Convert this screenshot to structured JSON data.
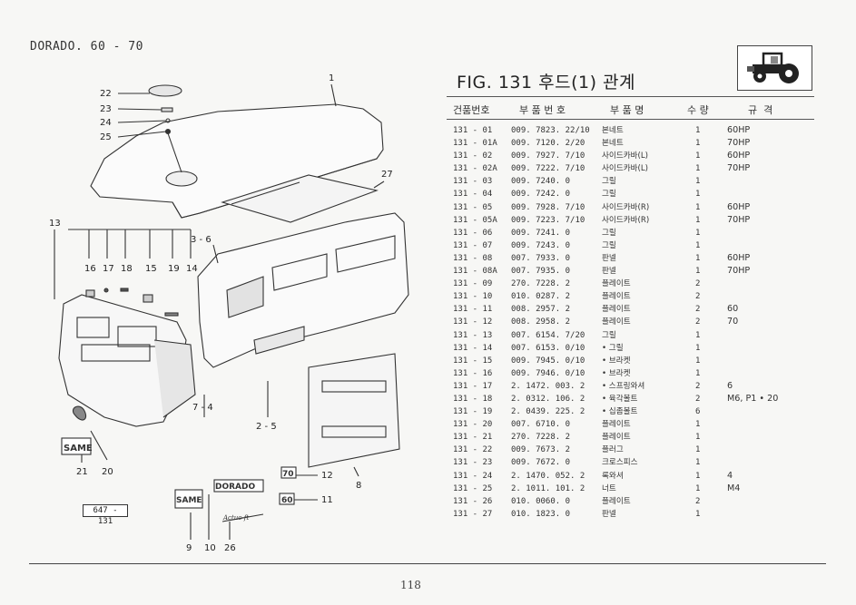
{
  "header": {
    "model": "DORADO. 60 - 70",
    "figure_title": "FIG. 131 후드(1) 관계",
    "tractor_icon": "tractor-icon"
  },
  "columns": {
    "no": "건품번호",
    "part": "부 품 번 호",
    "name": "부 품 명",
    "qty": "수 량",
    "spec": "규  격"
  },
  "parts": [
    {
      "no": "131 - 01",
      "part": "009. 7823. 22/10",
      "name": "본네트",
      "qty": "1",
      "spec": "60HP"
    },
    {
      "no": "131 - 01A",
      "part": "009. 7120. 2/20",
      "name": "본네트",
      "qty": "1",
      "spec": "70HP"
    },
    {
      "no": "131 - 02",
      "part": "009. 7927. 7/10",
      "name": "사이드카바(L)",
      "qty": "1",
      "spec": "60HP"
    },
    {
      "no": "131 - 02A",
      "part": "009. 7222. 7/10",
      "name": "사이드카바(L)",
      "qty": "1",
      "spec": "70HP"
    },
    {
      "no": "131 - 03",
      "part": "009. 7240. 0",
      "name": "그릴",
      "qty": "1",
      "spec": ""
    },
    {
      "no": "131 - 04",
      "part": "009. 7242. 0",
      "name": "그릴",
      "qty": "1",
      "spec": ""
    },
    {
      "no": "131 - 05",
      "part": "009. 7928. 7/10",
      "name": "사이드카바(R)",
      "qty": "1",
      "spec": "60HP"
    },
    {
      "no": "131 - 05A",
      "part": "009. 7223. 7/10",
      "name": "사이드카바(R)",
      "qty": "1",
      "spec": "70HP"
    },
    {
      "no": "131 - 06",
      "part": "009. 7241. 0",
      "name": "그릴",
      "qty": "1",
      "spec": ""
    },
    {
      "no": "131 - 07",
      "part": "009. 7243. 0",
      "name": "그릴",
      "qty": "1",
      "spec": ""
    },
    {
      "no": "131 - 08",
      "part": "007. 7933. 0",
      "name": "판넬",
      "qty": "1",
      "spec": "60HP"
    },
    {
      "no": "131 - 08A",
      "part": "007. 7935. 0",
      "name": "판넬",
      "qty": "1",
      "spec": "70HP"
    },
    {
      "no": "131 - 09",
      "part": "270. 7228. 2",
      "name": "플레이트",
      "qty": "2",
      "spec": ""
    },
    {
      "no": "131 - 10",
      "part": "010. 0287. 2",
      "name": "플레이트",
      "qty": "2",
      "spec": ""
    },
    {
      "no": "131 - 11",
      "part": "008. 2957. 2",
      "name": "플레이트",
      "qty": "2",
      "spec": "60"
    },
    {
      "no": "131 - 12",
      "part": "008. 2958. 2",
      "name": "플레이트",
      "qty": "2",
      "spec": "70"
    },
    {
      "no": "131 - 13",
      "part": "007. 6154. 7/20",
      "name": "그릴",
      "qty": "1",
      "spec": ""
    },
    {
      "no": "131 - 14",
      "part": "007. 6153. 0/10",
      "name": "• 그릴",
      "qty": "1",
      "spec": ""
    },
    {
      "no": "131 - 15",
      "part": "009. 7945. 0/10",
      "name": "• 브라켓",
      "qty": "1",
      "spec": ""
    },
    {
      "no": "131 - 16",
      "part": "009. 7946. 0/10",
      "name": "• 브라켓",
      "qty": "1",
      "spec": ""
    },
    {
      "no": "131 - 17",
      "part": "2. 1472. 003. 2",
      "name": "• 스프링와셔",
      "qty": "2",
      "spec": "6"
    },
    {
      "no": "131 - 18",
      "part": "2. 0312. 106. 2",
      "name": "• 육각볼트",
      "qty": "2",
      "spec": "M6, P1 • 20"
    },
    {
      "no": "131 - 19",
      "part": "2. 0439. 225. 2",
      "name": "• 십좀볼트",
      "qty": "6",
      "spec": ""
    },
    {
      "no": "131 - 20",
      "part": "007. 6710. 0",
      "name": "플레이트",
      "qty": "1",
      "spec": ""
    },
    {
      "no": "131 - 21",
      "part": "270. 7228. 2",
      "name": "플레이트",
      "qty": "1",
      "spec": ""
    },
    {
      "no": "131 - 22",
      "part": "009. 7673. 2",
      "name": "플러그",
      "qty": "1",
      "spec": ""
    },
    {
      "no": "131 - 23",
      "part": "009. 7672. 0",
      "name": "크로스피스",
      "qty": "1",
      "spec": ""
    },
    {
      "no": "131 - 24",
      "part": "2. 1470. 052. 2",
      "name": "록와셔",
      "qty": "1",
      "spec": "4"
    },
    {
      "no": "131 - 25",
      "part": "2. 1011. 101. 2",
      "name": "너트",
      "qty": "1",
      "spec": "M4"
    },
    {
      "no": "131 - 26",
      "part": "010. 0060. 0",
      "name": "플레이트",
      "qty": "2",
      "spec": ""
    },
    {
      "no": "131 - 27",
      "part": "010. 1823. 0",
      "name": "판넬",
      "qty": "1",
      "spec": ""
    }
  ],
  "diagram": {
    "callouts": [
      "1",
      "22",
      "23",
      "24",
      "25",
      "27",
      "3 - 6",
      "13",
      "16",
      "17",
      "18",
      "15",
      "19",
      "14",
      "7 - 4",
      "2 - 5",
      "12",
      "11",
      "8",
      "21",
      "20",
      "9",
      "10",
      "26"
    ],
    "badges": {
      "same1": "SAME",
      "same2": "SAME",
      "dorado": "DORADO",
      "n70": "70",
      "n60": "60",
      "script": "Actuo·ft"
    },
    "ref_code": "647 - 131"
  },
  "footer": {
    "page": "118"
  }
}
